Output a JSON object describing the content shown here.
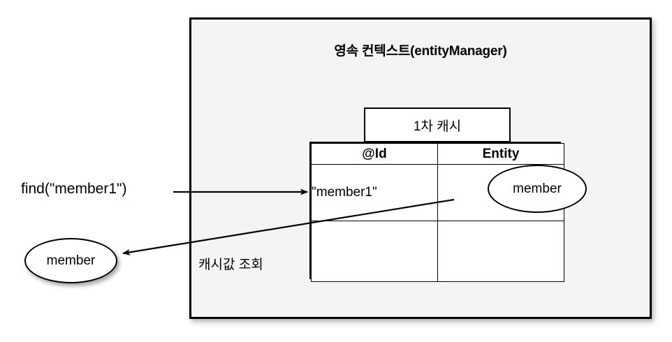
{
  "diagram": {
    "context": {
      "title": "영속 컨텍스트(entityManager)"
    },
    "cache": {
      "caption": "1차 캐시",
      "columns": [
        "@Id",
        "Entity"
      ],
      "rows": [
        {
          "id": "\"member1\"",
          "entity": "member"
        },
        {
          "id": "",
          "entity": ""
        }
      ]
    },
    "labels": {
      "find_call": "find(\"member1\")",
      "cache_lookup": "캐시값 조회"
    },
    "result": {
      "entity_name": "member"
    },
    "colors": {
      "context_fill": "#f4f4f4",
      "stroke": "#000000",
      "node_fill": "#ffffff",
      "page_background": "#ffffff"
    }
  }
}
